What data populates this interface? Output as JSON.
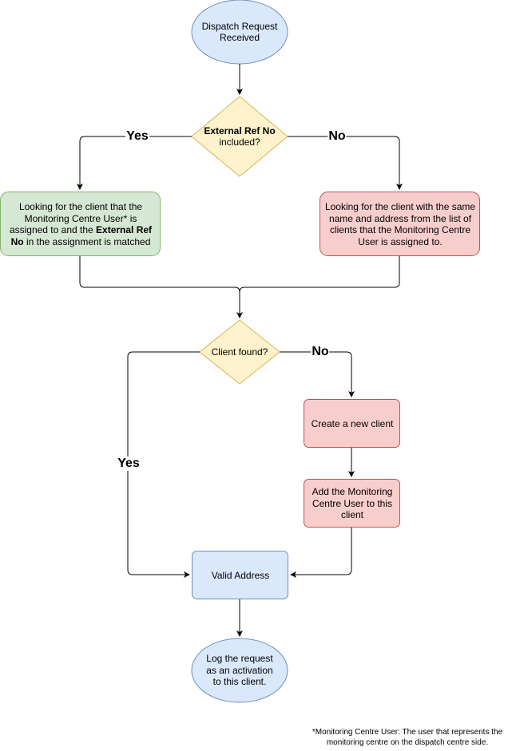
{
  "nodes": {
    "dispatch_request": {
      "text": "Dispatch Request Received"
    },
    "ext_ref_decision": {
      "bold": "External Ref No",
      "text": " included?"
    },
    "lookup_ext_ref": {
      "part1": "Looking for the client that the Monitoring Centre User* is assigned to and the ",
      "bold": "External Ref No",
      "part2": " in the assignment is matched"
    },
    "lookup_name_address": {
      "text": "Looking for the client with the same name and address from the list of clients that the Monitoring Centre User is assigned to."
    },
    "client_found_decision": {
      "text": "Client found?"
    },
    "create_client": {
      "text": "Create a new client"
    },
    "add_user": {
      "text": "Add the Monitoring Centre User to this client"
    },
    "valid_address": {
      "text": "Valid Address"
    },
    "log_request": {
      "text": "Log the request as an activation to this client."
    }
  },
  "edge_labels": {
    "ext_yes": "Yes",
    "ext_no": "No",
    "found_no": "No",
    "found_yes": "Yes"
  },
  "footnote": {
    "line1": "*Monitoring Centre User: The user that represents the",
    "line2": "monitoring centre on the dispatch centre side."
  },
  "colors": {
    "blue_fill": "#dae8fc",
    "blue_stroke": "#6c8ebf",
    "yellow_fill": "#fff2cc",
    "yellow_stroke": "#d6b656",
    "green_fill": "#d5e8d4",
    "green_stroke": "#82b366",
    "red_fill": "#f8cecc",
    "red_stroke": "#b85450"
  }
}
